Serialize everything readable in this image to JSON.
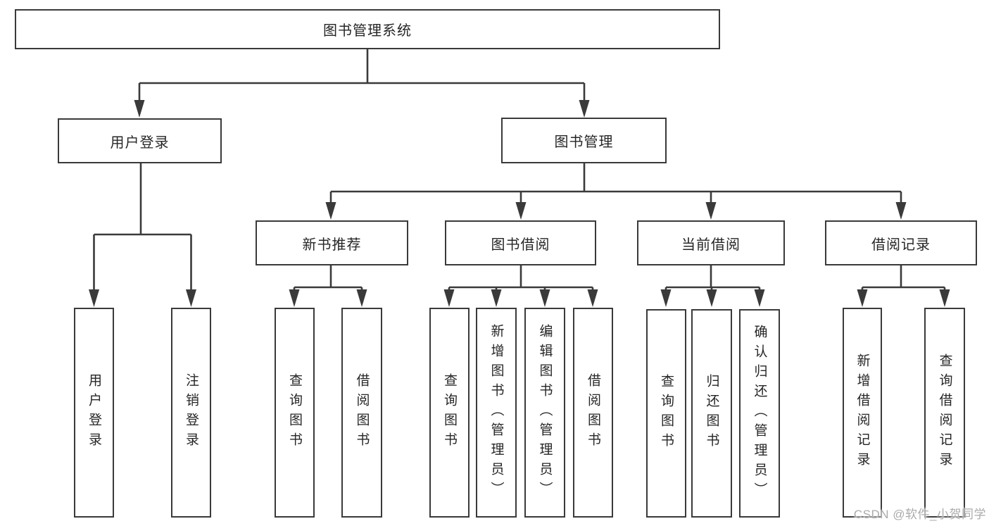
{
  "colors": {
    "background": "#ffffff",
    "box_border": "#3a3a3a",
    "connector_line": "#3a3a3a",
    "text": "#262626",
    "watermark": "#ababab"
  },
  "tree": {
    "root": {
      "label": "图书管理系统",
      "children": [
        {
          "label": "用户登录",
          "children": [
            {
              "label": "用户登录"
            },
            {
              "label": "注销登录"
            }
          ]
        },
        {
          "label": "图书管理",
          "children": [
            {
              "label": "新书推荐",
              "children": [
                {
                  "label": "查询图书"
                },
                {
                  "label": "借阅图书"
                }
              ]
            },
            {
              "label": "图书借阅",
              "children": [
                {
                  "label": "查询图书"
                },
                {
                  "label": "新增图书（管理员）"
                },
                {
                  "label": "编辑图书（管理员）"
                },
                {
                  "label": "借阅图书"
                }
              ]
            },
            {
              "label": "当前借阅",
              "children": [
                {
                  "label": "查询图书"
                },
                {
                  "label": "归还图书"
                },
                {
                  "label": "确认归还（管理员）"
                }
              ]
            },
            {
              "label": "借阅记录",
              "children": [
                {
                  "label": "新增借阅记录"
                },
                {
                  "label": "查询借阅记录"
                }
              ]
            }
          ]
        }
      ]
    }
  },
  "watermark": {
    "text": "CSDN @软件_小贺同学"
  }
}
